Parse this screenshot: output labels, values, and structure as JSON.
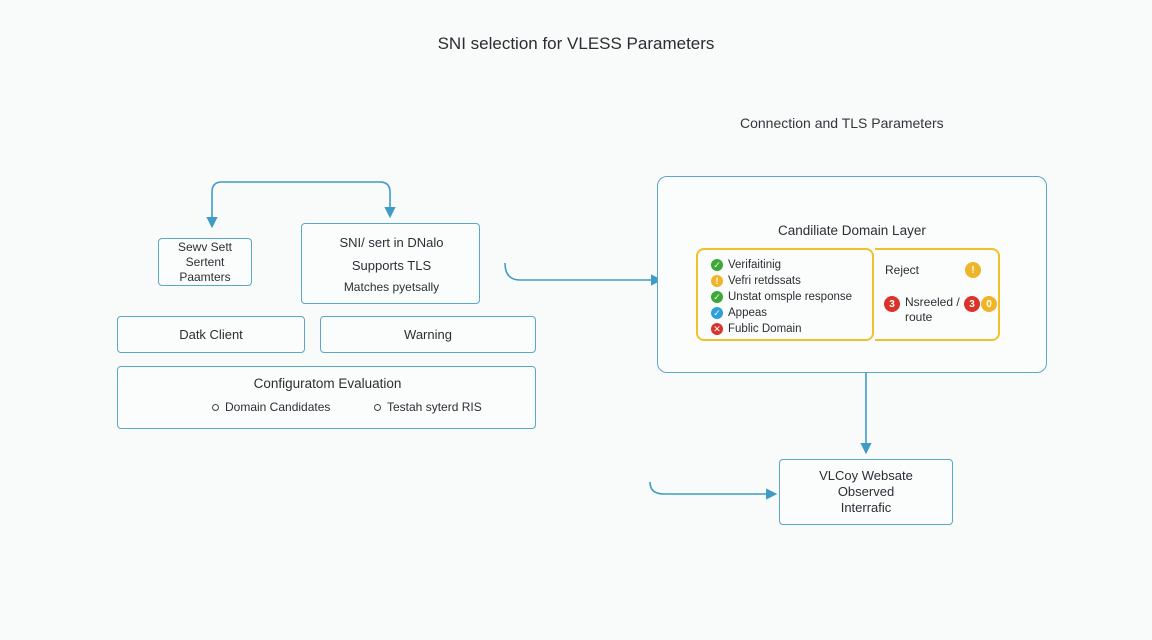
{
  "title": "SNI selection for VLESS Parameters",
  "subtitle": "Connection and TLS Parameters",
  "server_box": {
    "lines": [
      "Sewv Sett",
      "Sertent",
      "Paamters"
    ]
  },
  "sni_box": {
    "lines": [
      "SNI/ sert in DNalo",
      "Supports TLS",
      "Matches pyetsally"
    ]
  },
  "client_box": {
    "label": "Datk Client"
  },
  "warning_box": {
    "label": "Warning"
  },
  "config_box": {
    "title": "Configuratom Evaluation",
    "items": [
      "Domain Candidates",
      "Testah syterd RIS"
    ]
  },
  "candidate": {
    "title": "Candiliate Domain Layer",
    "items": [
      {
        "label": "Verifaitinig",
        "status": "check",
        "color": "#3aa935"
      },
      {
        "label": "Vefri retdssats",
        "status": "warn",
        "color": "#f0b429"
      },
      {
        "label": "Unstat omsple response",
        "status": "check",
        "color": "#3aa935"
      },
      {
        "label": "Appeas",
        "status": "check",
        "color": "#2d9fd9"
      },
      {
        "label": "Fublic Domain",
        "status": "x",
        "color": "#d9342b"
      }
    ],
    "reject_label": "Reject",
    "reject_badge": "!",
    "redirect_line1": "Nsreeled /",
    "redirect_line2": "route",
    "badge_red_left": "3",
    "badge_red_right": "3",
    "badge_yellow": "0"
  },
  "website_box": {
    "lines": [
      "VLCoy Websate",
      "Observed",
      "Interrafic"
    ]
  },
  "colors": {
    "box_border": "#5aa7c8",
    "arrow": "#3f9cc6",
    "highlight": "#efc12c",
    "success": "#3aa935",
    "warning": "#f0b429",
    "info": "#2d9fd9",
    "danger": "#d9342b"
  }
}
